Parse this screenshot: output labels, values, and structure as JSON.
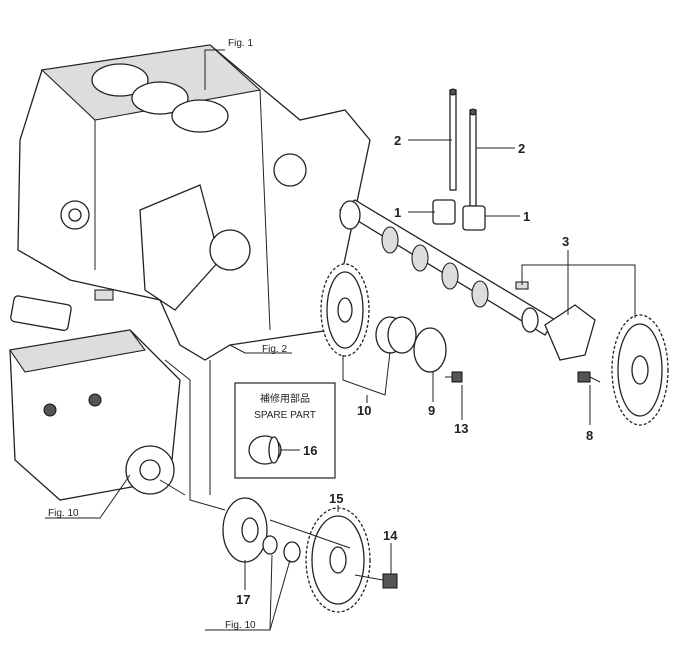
{
  "figure_refs": {
    "fig1": "Fig. 1",
    "fig2": "Fig. 2",
    "fig10_pump": "Fig. 10",
    "fig10_bottom": "Fig. 10"
  },
  "spare_part_box": {
    "title_jp": "補修用部品",
    "title_en": "SPARE PART",
    "part_number": "16"
  },
  "callouts": {
    "push_rod_left": "2",
    "push_rod_right": "2",
    "tappet_left": "1",
    "tappet_right": "1",
    "camshaft_assembly": "3",
    "gear_bushing": "10",
    "thrust_plate": "9",
    "bolt_13": "13",
    "bolt_8": "8",
    "idler_gear": "15",
    "bolt_14": "14",
    "hub_17": "17"
  }
}
